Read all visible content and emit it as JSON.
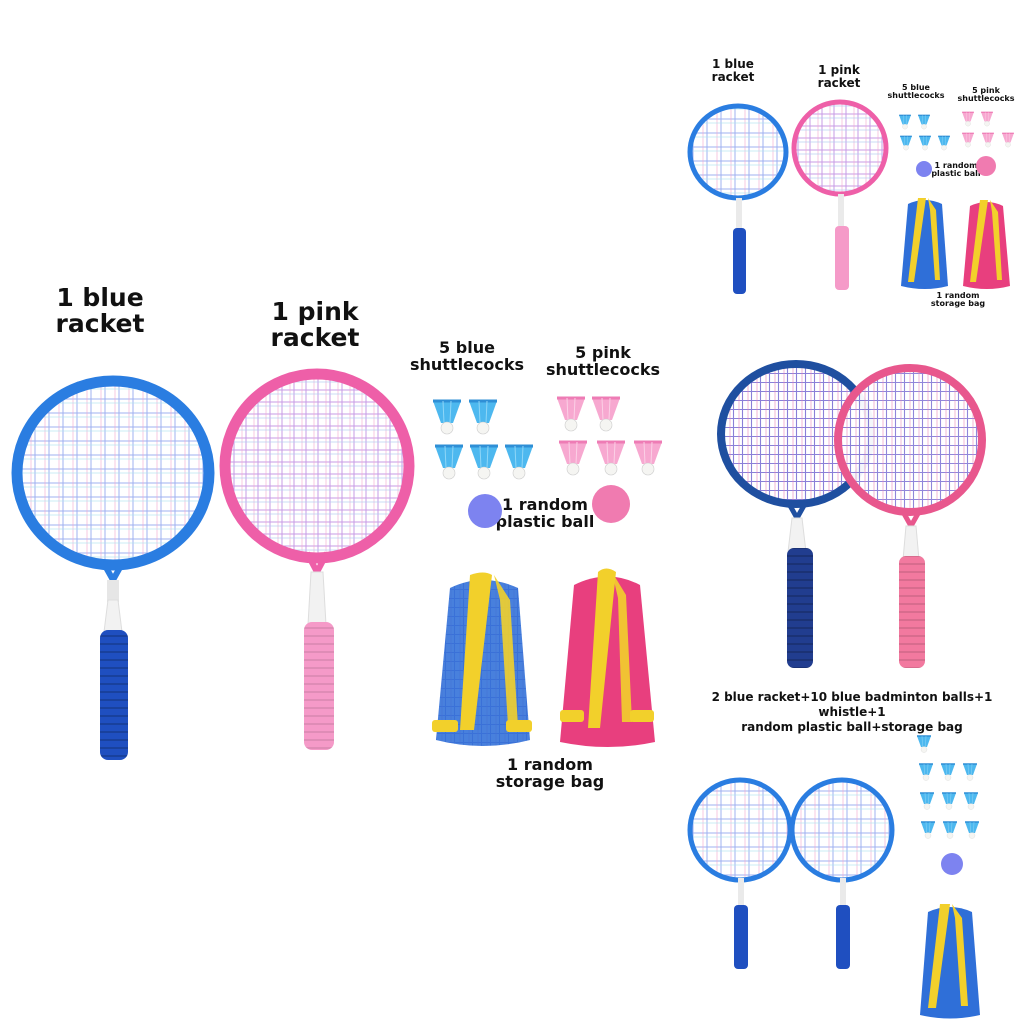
{
  "main": {
    "blue_racket": [
      "1 blue",
      "racket"
    ],
    "pink_racket": [
      "1 pink",
      "racket"
    ],
    "blue_shuttles": [
      "5 blue",
      "shuttlecocks"
    ],
    "pink_shuttles": [
      "5 pink",
      "shuttlecocks"
    ],
    "plastic_ball": [
      "1 random",
      "plastic ball"
    ],
    "storage_bag": [
      "1 random",
      "storage bag"
    ]
  },
  "thumb": {
    "blue_racket": [
      "1 blue",
      "racket"
    ],
    "pink_racket": [
      "1 pink",
      "racket"
    ],
    "blue_shuttles": [
      "5 blue",
      "shuttlecocks"
    ],
    "pink_shuttles": [
      "5 pink",
      "shuttlecocks"
    ],
    "plastic_ball": [
      "1 random",
      "plastic ball"
    ],
    "storage_bag": [
      "1 random",
      "storage bag"
    ]
  },
  "variant": {
    "caption": [
      "2 blue racket+10 blue badminton balls+1 whistle+1",
      "random plastic ball+storage bag"
    ]
  },
  "colors": {
    "blue": "#2a7de1",
    "dark_blue": "#1f4fa0",
    "pink": "#ee5fa8",
    "pink_handle": "#f59ac8",
    "strap": "#f2d02b",
    "blue_bag": "#2f6fd8",
    "pink_bag": "#e83f7e",
    "ball_blue": "#7d83f0",
    "ball_pink": "#f07bb0"
  }
}
